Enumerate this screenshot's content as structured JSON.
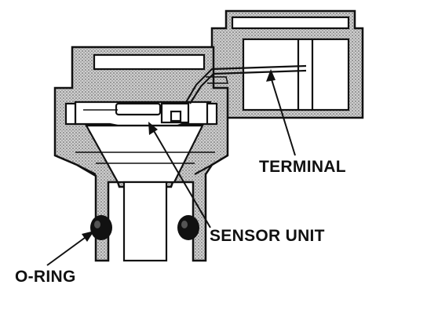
{
  "diagram": {
    "callouts": {
      "terminal": "TERMINAL",
      "sensor_unit": "SENSOR UNIT",
      "o_ring": "O-RING"
    },
    "colors": {
      "ink": "#111111",
      "paper": "#ffffff",
      "stipple": "#8a8a8a"
    }
  }
}
